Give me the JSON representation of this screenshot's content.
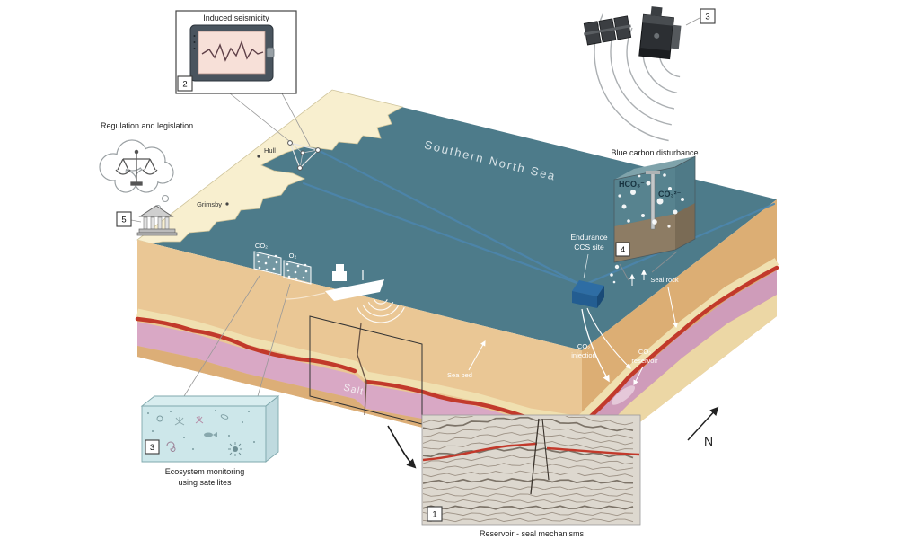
{
  "colors": {
    "sea": "#4d7b8a",
    "land": "#f8efcf",
    "sand": "#eac795",
    "sand_side": "#dcae74",
    "salt": "#d9a8c5",
    "salt_side": "#cf9cba",
    "seal_red": "#c2392b",
    "pipeline": "#4c86ad",
    "ccs_blue": "#2e6da4"
  },
  "map": {
    "sea_name": "Southern North Sea",
    "hull": "Hull",
    "grimsby": "Grimsby",
    "endurance1": "Endurance",
    "endurance2": "CCS site",
    "seal_rock": "Seal rock",
    "sea_bed": "Sea bed",
    "salt": "Salt",
    "co2inj1": "CO₂",
    "co2inj2": "injection",
    "co2res1": "CO₂",
    "co2res2": "reservoir",
    "co2": "CO₂",
    "o2": "O₂",
    "north": "N"
  },
  "callouts": {
    "induced_seismicity": {
      "label": "Induced seismicity",
      "badge": "2"
    },
    "satellites": {
      "badge": "3"
    },
    "regulation": {
      "label": "Regulation and legislation",
      "badge": "5"
    },
    "blue_carbon": {
      "label": "Blue carbon disturbance",
      "ion1": "HCO₃⁻",
      "ion2": "CO₃²⁻",
      "badge": "4"
    },
    "ecosystem": {
      "line1": "Ecosystem monitoring",
      "line2": "using satellites",
      "badge": "3"
    },
    "seismic": {
      "label": "Reservoir - seal mechanisms",
      "badge": "1"
    }
  }
}
